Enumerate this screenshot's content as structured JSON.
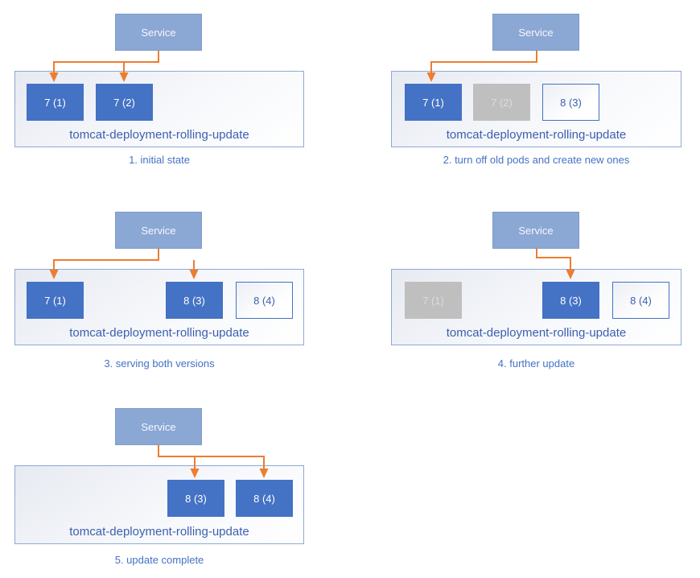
{
  "stages": [
    {
      "service_label": "Service",
      "deployment_label": "tomcat-deployment-rolling-update",
      "caption": "1. initial state",
      "pods": [
        {
          "label": "7 (1)",
          "state": "active"
        },
        {
          "label": "7 (2)",
          "state": "active"
        }
      ]
    },
    {
      "service_label": "Service",
      "deployment_label": "tomcat-deployment-rolling-update",
      "caption": "2. turn off old pods and create new ones",
      "pods": [
        {
          "label": "7 (1)",
          "state": "active"
        },
        {
          "label": "7 (2)",
          "state": "off"
        },
        {
          "label": "8 (3)",
          "state": "new"
        }
      ]
    },
    {
      "service_label": "Service",
      "deployment_label": "tomcat-deployment-rolling-update",
      "caption": "3. serving both versions",
      "pods": [
        {
          "label": "7 (1)",
          "state": "active"
        },
        {
          "label": "8 (3)",
          "state": "active"
        },
        {
          "label": "8 (4)",
          "state": "new"
        }
      ]
    },
    {
      "service_label": "Service",
      "deployment_label": "tomcat-deployment-rolling-update",
      "caption": "4. further update",
      "pods": [
        {
          "label": "7 (1)",
          "state": "off"
        },
        {
          "label": "8 (3)",
          "state": "active"
        },
        {
          "label": "8 (4)",
          "state": "new"
        }
      ]
    },
    {
      "service_label": "Service",
      "deployment_label": "tomcat-deployment-rolling-update",
      "caption": "5. update complete",
      "pods": [
        {
          "label": "8 (3)",
          "state": "active"
        },
        {
          "label": "8 (4)",
          "state": "active"
        }
      ]
    }
  ],
  "colors": {
    "pod_active": "#4472C4",
    "pod_off": "#BFBFBF",
    "pod_off_text": "#DCDCDC",
    "pod_new_border": "#4472C4",
    "service_box": "#8BA7D4",
    "arrow": "#ED7D31",
    "caption_text": "#4472C4",
    "deployment_label_text": "#3D5FAE"
  }
}
